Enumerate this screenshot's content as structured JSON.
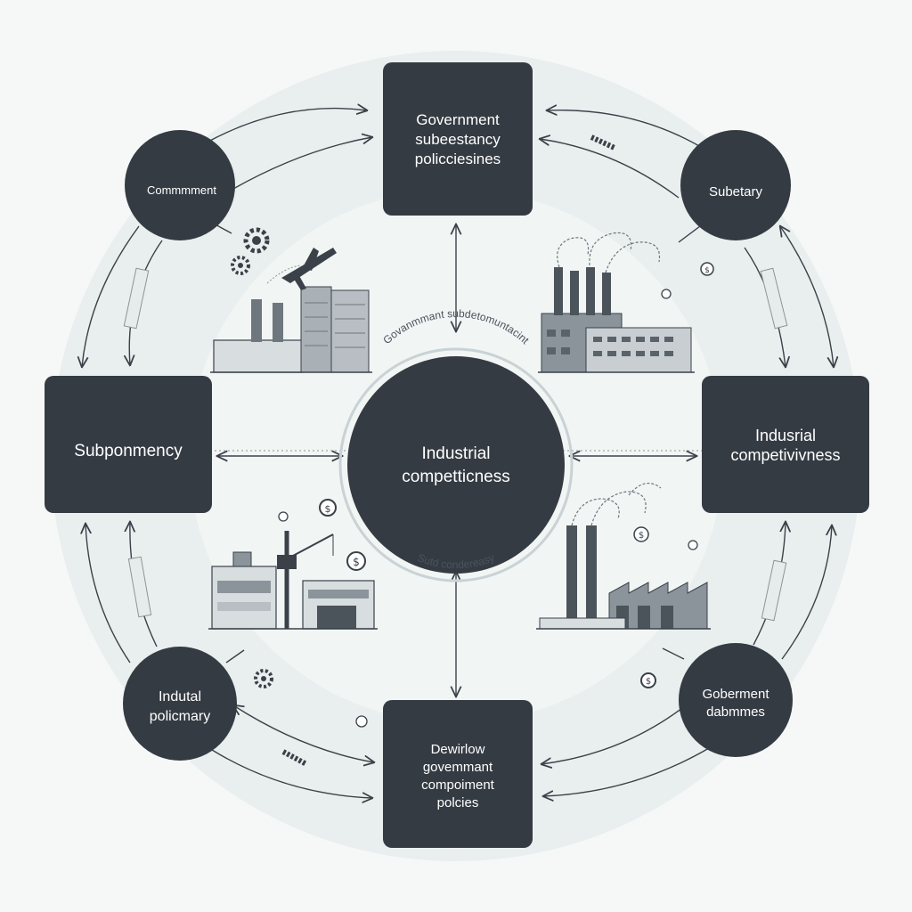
{
  "colors": {
    "background": "#f6f8f8",
    "halo": "#e7eeed",
    "node_fill": "#353b43",
    "line": "#3a4149",
    "building": "#8c949b",
    "building_light": "#d8dde0"
  },
  "nodes": {
    "top": {
      "lines": [
        "Government",
        "subeestancy",
        "policciesines"
      ]
    },
    "left": {
      "lines": [
        "Subponmency"
      ]
    },
    "right": {
      "lines": [
        "Indusrial",
        "competivivness"
      ]
    },
    "bottom": {
      "lines": [
        "Dewirlow",
        "govemmant",
        "compoiment",
        "polcies"
      ]
    },
    "top_left": {
      "lines": [
        "Commmment"
      ]
    },
    "top_right": {
      "lines": [
        "Subetary"
      ]
    },
    "bottom_left": {
      "lines": [
        "Indutal",
        "policmary"
      ]
    },
    "bottom_right": {
      "lines": [
        "Goberment",
        "dabmmes"
      ]
    },
    "center": {
      "lines": [
        "Industrial",
        "competticness"
      ],
      "arc_top": "Govanmmant subdetomuntacint",
      "arc_bottom": "Sutd condereasy"
    }
  },
  "icons": [
    "gear-icon",
    "airplane-icon",
    "dollar-coin-icon",
    "factory-icon",
    "crane-icon",
    "smoke-icon",
    "bill-icon"
  ]
}
